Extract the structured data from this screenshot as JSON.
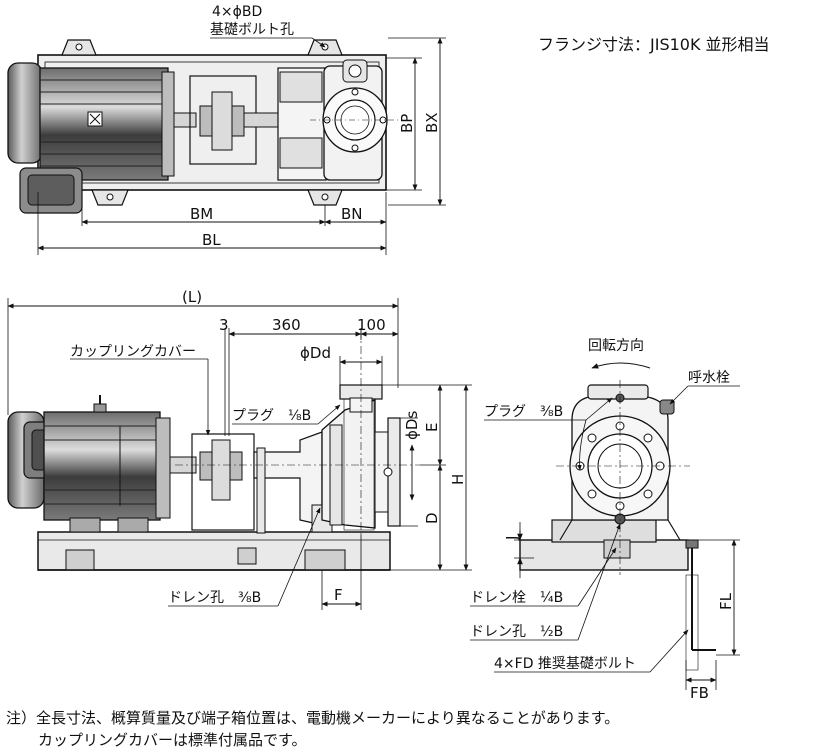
{
  "flange_spec": "フランジ寸法：JIS10K 並形相当",
  "plan_view": {
    "anchor_callout_line1": "4×ϕBD",
    "anchor_callout_line2": "基礎ボルト孔",
    "dim_BM": "BM",
    "dim_BN": "BN",
    "dim_BL": "BL",
    "dim_BP": "BP",
    "dim_BX": "BX"
  },
  "side_view": {
    "dim_L": "(L)",
    "dim_3": "3",
    "dim_360": "360",
    "dim_100": "100",
    "dim_Dd": "ϕDd",
    "dim_Ds": "ϕDs",
    "dim_E": "E",
    "dim_H": "H",
    "dim_D": "D",
    "dim_F": "F",
    "coupling_cover": "カップリングカバー",
    "plug_label": "プラグ　⅛B",
    "drain_hole_label": "ドレン孔　⅜B"
  },
  "end_view": {
    "rotation": "回転方向",
    "air_vent": "呼水栓",
    "plug_label": "プラグ　⅜B",
    "dim_J": "J",
    "drain_plug": "ドレン栓　¼B",
    "drain_hole": "ドレン孔　½B",
    "anchor_bolt": "4×FD 推奨基礎ボルト",
    "dim_FL": "FL",
    "dim_FB": "FB"
  },
  "notes": {
    "line1": "注）全長寸法、概算質量及び端子箱位置は、電動機メーカーにより異なることがあります。",
    "line2": "カップリングカバーは標準付属品です。"
  },
  "colors": {
    "line": "#111111",
    "motor_dark": "#4a4a4a",
    "motor_mid": "#8a8a8a",
    "motor_light": "#d9d9d9",
    "base_fill": "#e6e6e6",
    "pump_fill": "#f2f2f2"
  }
}
